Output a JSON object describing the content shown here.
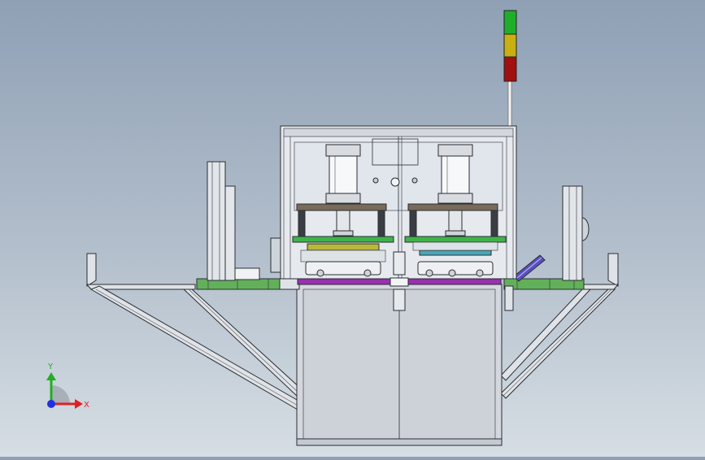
{
  "viewport": {
    "background_top": "#8fa0b5",
    "background_bottom": "#d6dee4"
  },
  "triad": {
    "x_label": "X",
    "y_label": "Y",
    "x_color": "#e02020",
    "y_color": "#20b020",
    "z_color": "#2030e0"
  },
  "signal_tower": {
    "lights": [
      "green",
      "yellow",
      "red"
    ],
    "colors": [
      "#1fae2a",
      "#c8b012",
      "#a01010"
    ]
  },
  "colors": {
    "frame_line": "#2a2e33",
    "panel_fill": "#d4d8de",
    "glass_fill": "#dfe5ea",
    "plate_brown": "#7a6a58",
    "plate_green": "#3fb34a",
    "plate_purple": "#9a2fb0",
    "ledge_green": "#62b05a",
    "tool_yellow": "#b8b83a",
    "tool_cyan": "#4aa6b8",
    "handle_blue": "#5a4fc0"
  }
}
